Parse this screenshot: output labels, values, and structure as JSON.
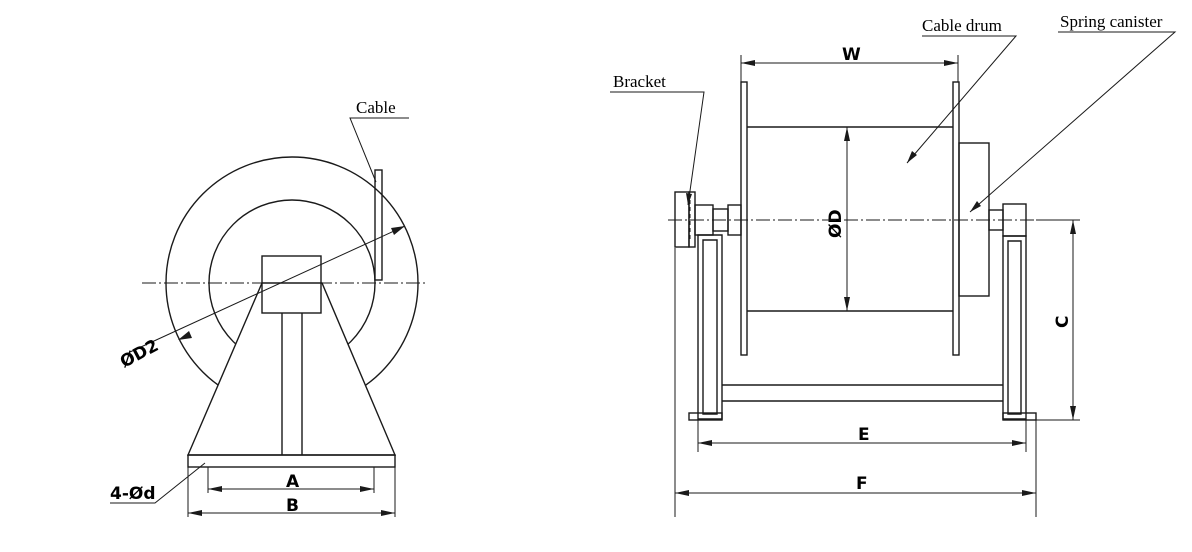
{
  "labels": {
    "cable": "Cable",
    "cable_drum": "Cable drum",
    "spring_canister": "Spring canister",
    "bracket": "Bracket"
  },
  "dimensions": {
    "d2": "ØD2",
    "holes": "4-Ød",
    "a": "A",
    "b": "B",
    "w": "W",
    "d": "ØD",
    "c": "C",
    "e": "E",
    "f": "F"
  }
}
